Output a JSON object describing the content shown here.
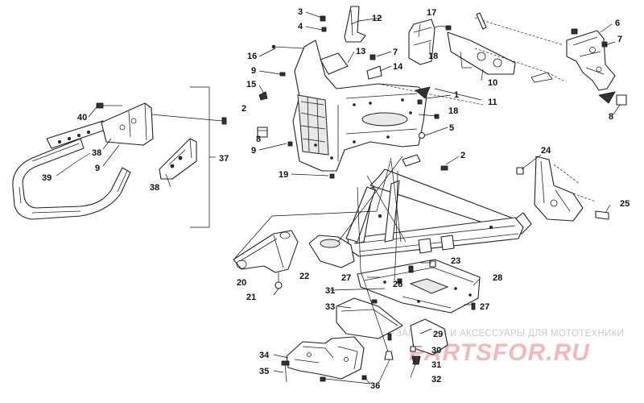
{
  "callouts": [
    {
      "id": "c1",
      "label": "1"
    },
    {
      "id": "c2a",
      "label": "2"
    },
    {
      "id": "c2b",
      "label": "2"
    },
    {
      "id": "c3",
      "label": "3"
    },
    {
      "id": "c4",
      "label": "4"
    },
    {
      "id": "c5",
      "label": "5"
    },
    {
      "id": "c6",
      "label": "6"
    },
    {
      "id": "c7a",
      "label": "7"
    },
    {
      "id": "c7b",
      "label": "7"
    },
    {
      "id": "c8a",
      "label": "8"
    },
    {
      "id": "c8b",
      "label": "8"
    },
    {
      "id": "c9a",
      "label": "9"
    },
    {
      "id": "c9b",
      "label": "9"
    },
    {
      "id": "c9c",
      "label": "9"
    },
    {
      "id": "c10",
      "label": "10"
    },
    {
      "id": "c11",
      "label": "11"
    },
    {
      "id": "c12",
      "label": "12"
    },
    {
      "id": "c13",
      "label": "13"
    },
    {
      "id": "c14",
      "label": "14"
    },
    {
      "id": "c15",
      "label": "15"
    },
    {
      "id": "c16",
      "label": "16"
    },
    {
      "id": "c17",
      "label": "17"
    },
    {
      "id": "c18a",
      "label": "18"
    },
    {
      "id": "c18b",
      "label": "18"
    },
    {
      "id": "c19",
      "label": "19"
    },
    {
      "id": "c20",
      "label": "20"
    },
    {
      "id": "c21",
      "label": "21"
    },
    {
      "id": "c22",
      "label": "22"
    },
    {
      "id": "c23",
      "label": "23"
    },
    {
      "id": "c24",
      "label": "24"
    },
    {
      "id": "c25",
      "label": "25"
    },
    {
      "id": "c26",
      "label": "26"
    },
    {
      "id": "c27a",
      "label": "27"
    },
    {
      "id": "c27b",
      "label": "27"
    },
    {
      "id": "c28",
      "label": "28"
    },
    {
      "id": "c29",
      "label": "29"
    },
    {
      "id": "c30",
      "label": "30"
    },
    {
      "id": "c31a",
      "label": "31"
    },
    {
      "id": "c31b",
      "label": "31"
    },
    {
      "id": "c32",
      "label": "32"
    },
    {
      "id": "c33",
      "label": "33"
    },
    {
      "id": "c34",
      "label": "34"
    },
    {
      "id": "c35",
      "label": "35"
    },
    {
      "id": "c36",
      "label": "36"
    },
    {
      "id": "c37",
      "label": "37"
    },
    {
      "id": "c38a",
      "label": "38"
    },
    {
      "id": "c38b",
      "label": "38"
    },
    {
      "id": "c39",
      "label": "39"
    },
    {
      "id": "c40",
      "label": "40"
    }
  ],
  "watermark": {
    "text": "ЗАПЧАСТИ И АКСЕССУАРЫ ДЛЯ МОТОТЕХНИКИ",
    "logo": "PARTSFOR.RU"
  },
  "colors": {
    "line": "#222222",
    "watermark_logo": "#f1b9b9",
    "watermark_text": "#c9c9c9"
  }
}
